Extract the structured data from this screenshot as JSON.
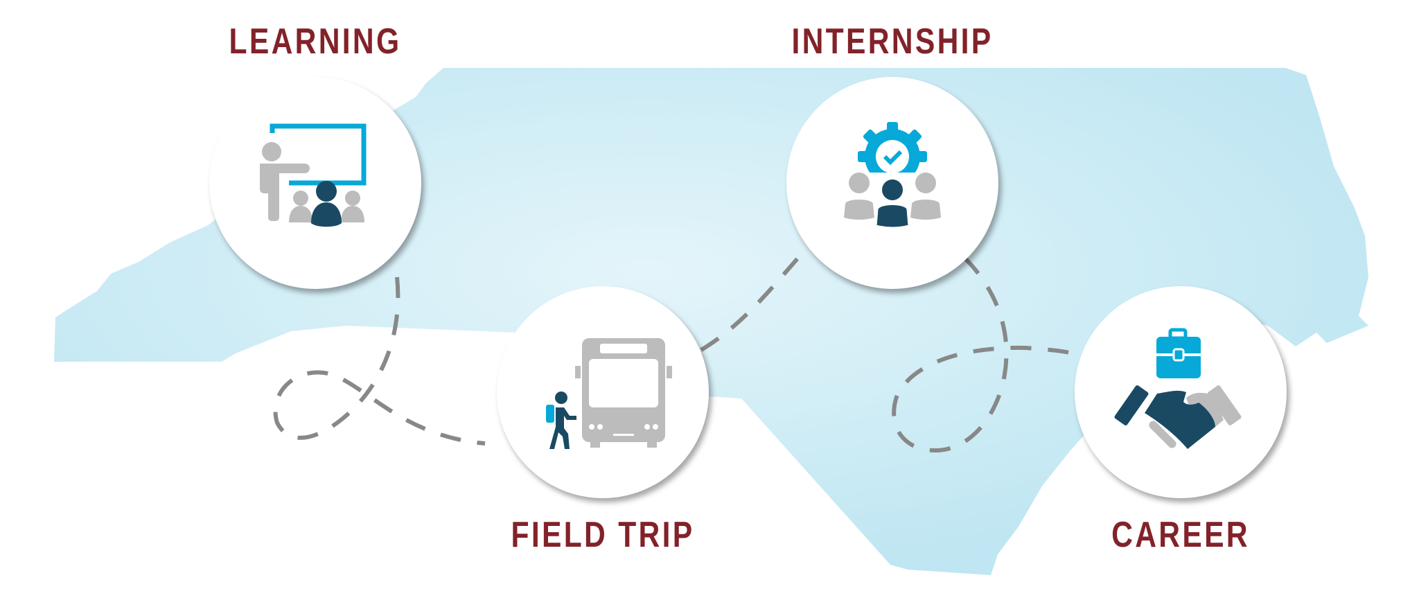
{
  "stages": [
    {
      "id": "learning",
      "label": "LEARNING",
      "icon": "teacher-classroom-icon"
    },
    {
      "id": "field-trip",
      "label": "FIELD TRIP",
      "icon": "bus-student-icon"
    },
    {
      "id": "internship",
      "label": "INTERNSHIP",
      "icon": "team-gear-icon"
    },
    {
      "id": "career",
      "label": "CAREER",
      "icon": "handshake-briefcase-icon"
    }
  ],
  "colors": {
    "label": "#822229",
    "map": "#c2e8f3",
    "accent": "#06a9d8",
    "dark": "#1a4a63",
    "gray": "#bcbcbc",
    "path": "#888888"
  }
}
